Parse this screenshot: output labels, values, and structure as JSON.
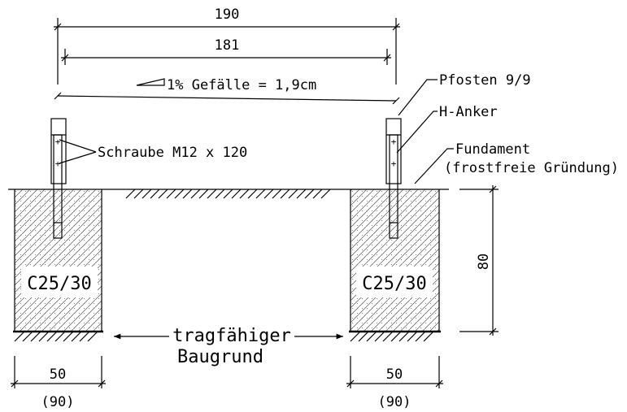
{
  "dimensions": {
    "overall_width": "190",
    "clear_width": "181",
    "slope": "1% Gefälle = 1,9cm",
    "depth": "80",
    "left_width": "50",
    "left_width_alt": "(90)",
    "right_width": "50",
    "right_width_alt": "(90)"
  },
  "labels": {
    "post": "Pfosten 9/9",
    "anchor": "H-Anker",
    "foundation_line1": "Fundament",
    "foundation_line2": "(frostfreie Gründung)",
    "screw": "Schraube M12 x 120",
    "concrete_left": "C25/30",
    "concrete_right": "C25/30",
    "ground_line1": "tragfähiger",
    "ground_line2": "Baugrund"
  }
}
